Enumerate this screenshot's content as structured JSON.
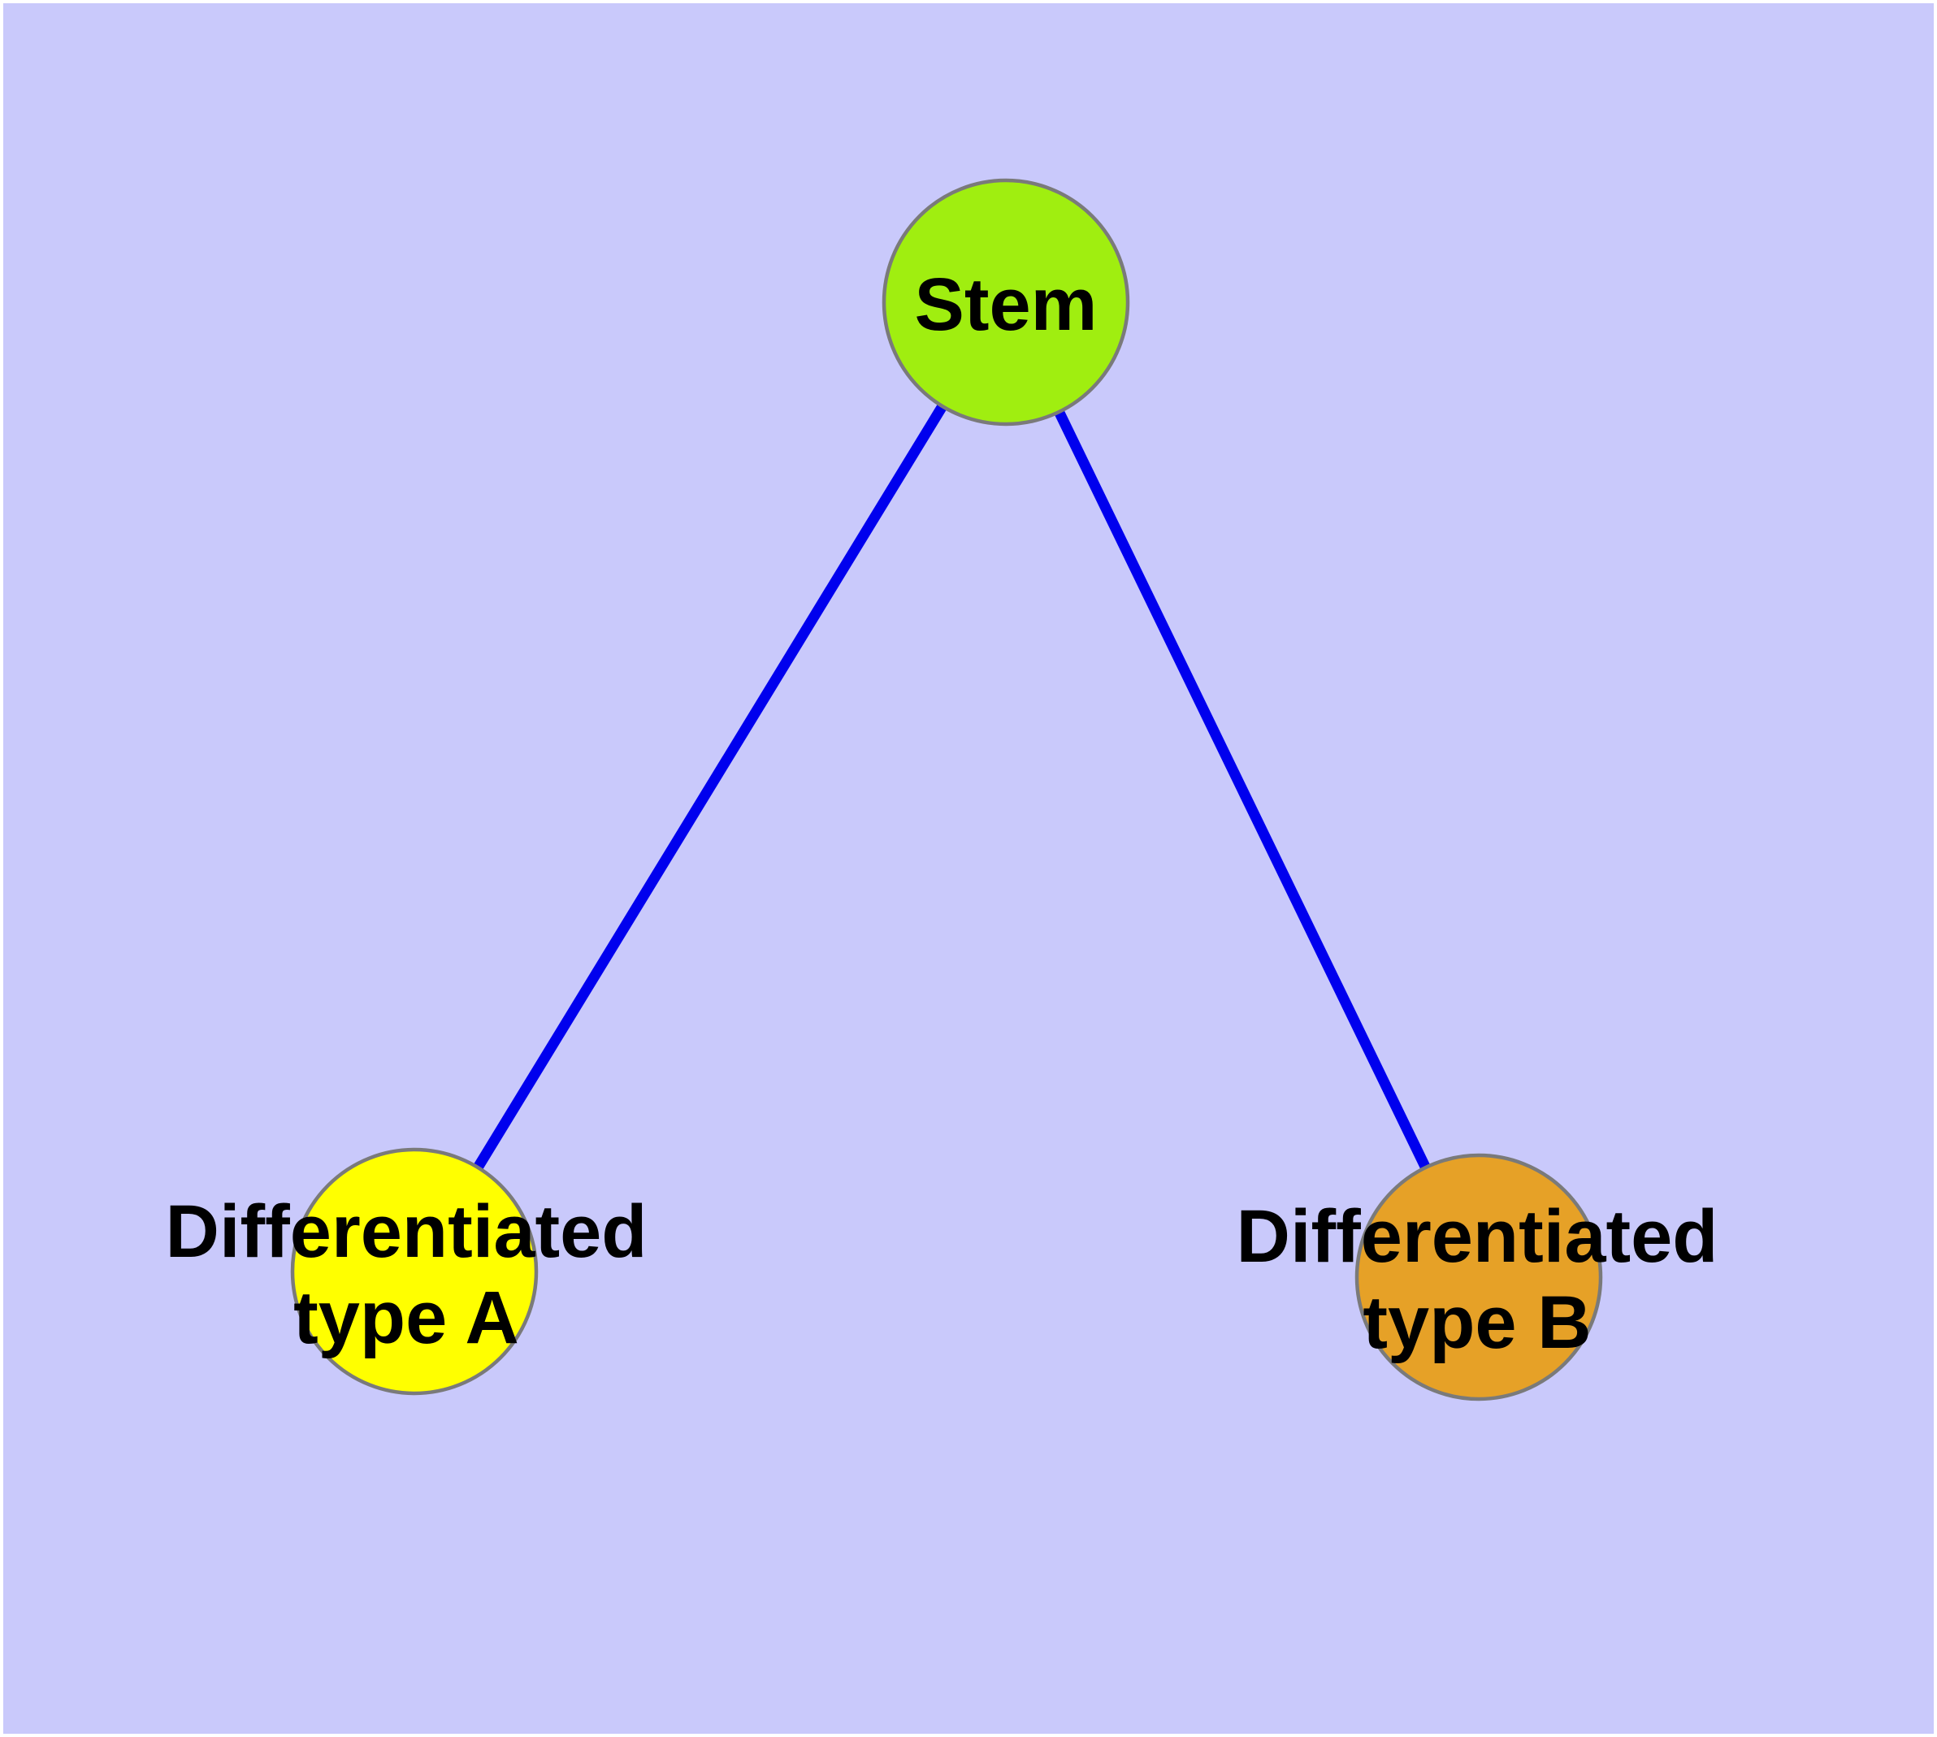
{
  "diagram": {
    "title": "cell-differentiation-graph",
    "nodes": {
      "stem": {
        "label": "Stem",
        "fill": "#a0ee10"
      },
      "type_a": {
        "label_line1": "Differentiated",
        "label_line2": "type A",
        "fill": "#ffff00"
      },
      "type_b": {
        "label_line1": "Differentiated",
        "label_line2": "type B",
        "fill": "#e6a127"
      }
    },
    "edges": [
      {
        "from": "Stem",
        "to": "Differentiated type A"
      },
      {
        "from": "Stem",
        "to": "Differentiated type B"
      }
    ],
    "colors": {
      "background": "#c9c9fb",
      "frame": "#ffffff",
      "edge": "#0000ee",
      "node_border": "#7a7a7a",
      "text": "#000000"
    }
  }
}
